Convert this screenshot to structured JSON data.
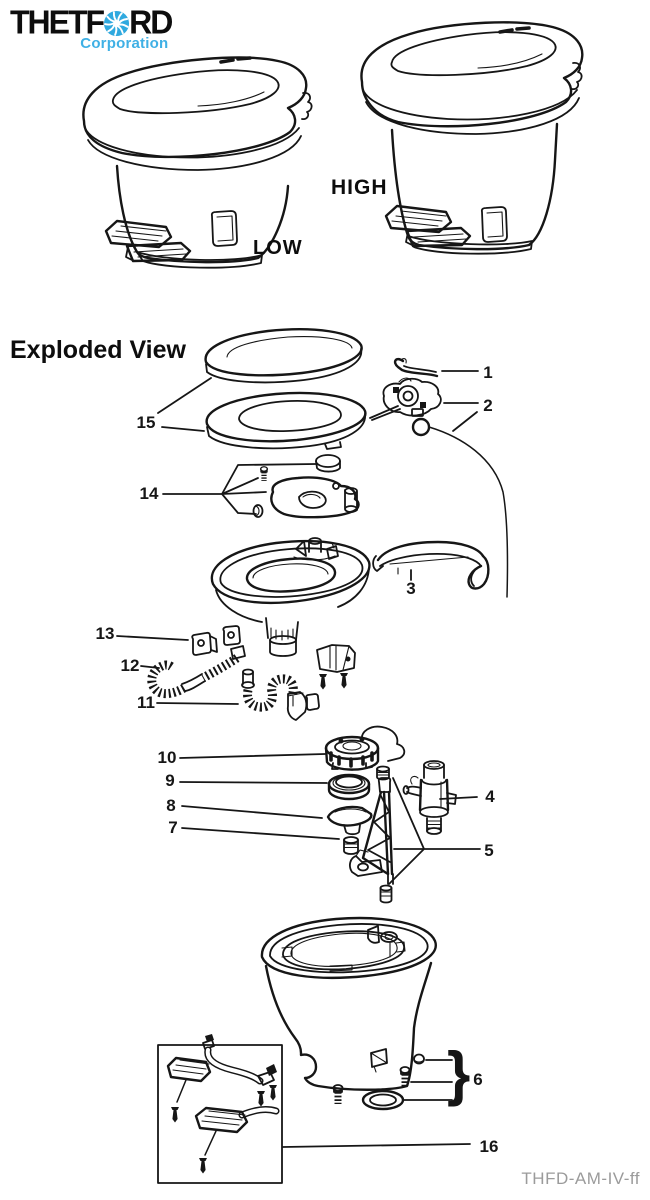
{
  "brand": {
    "name_prefix": "THETF",
    "name_suffix": "RD",
    "subtitle": "Corporation",
    "accent_color": "#2FA9DF"
  },
  "variants": {
    "low": "LOW",
    "high": "HIGH"
  },
  "exploded": {
    "title": "Exploded View",
    "brace": "}"
  },
  "footer": {
    "doc_code": "THFD-AM-IV-ff",
    "color": "#9B9B9B"
  },
  "callouts": [
    "1",
    "2",
    "3",
    "4",
    "5",
    "6",
    "7",
    "8",
    "9",
    "10",
    "11",
    "12",
    "13",
    "14",
    "15",
    "16"
  ]
}
